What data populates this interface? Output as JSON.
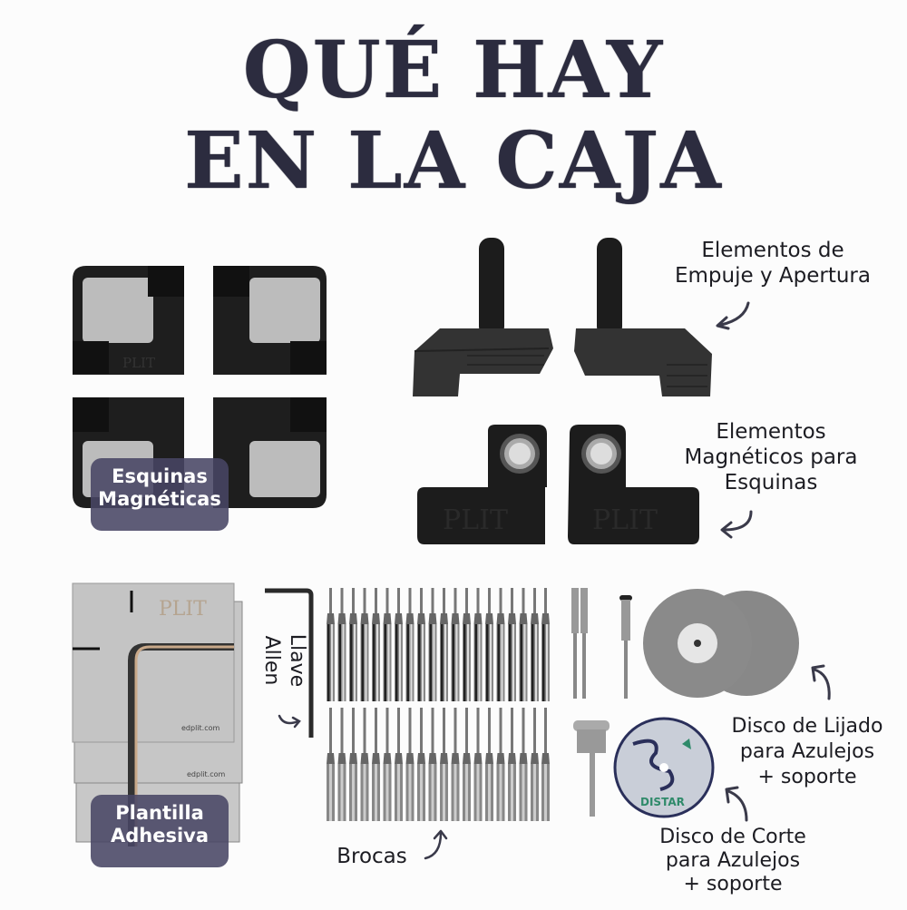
{
  "header": {
    "line1": "QUÉ HAY",
    "line2": "EN LA CAJA"
  },
  "items": {
    "esquinas": {
      "line1": "Esquinas",
      "line2": "Magnéticas"
    },
    "empuje": {
      "line1": "Elementos de",
      "line2": "Empuje y Apertura"
    },
    "magneticos": {
      "line1": "Elementos",
      "line2": "Magnéticos para",
      "line3": "Esquinas"
    },
    "plantilla": {
      "line1": "Plantilla",
      "line2": "Adhesiva"
    },
    "llave": {
      "label": "Llave Allen"
    },
    "brocas": {
      "label": "Brocas"
    },
    "lijado": {
      "line1": "Disco de Lijado",
      "line2": "para Azulejos",
      "line3": "+ soporte"
    },
    "corte": {
      "line1": "Disco de Corte",
      "line2": "para Azulejos",
      "line3": "+ soporte"
    }
  },
  "brand": {
    "logo_text": "PLIT",
    "website": "edplit.com",
    "disc_brand": "DISTAR"
  },
  "colors": {
    "title": "#2c2c3f",
    "badge": "#484664",
    "piece": "#1e1e1e",
    "template": "#c4c4c4",
    "accent_copper": "#c9a98a",
    "disc_brand": "#2f8a6a"
  }
}
